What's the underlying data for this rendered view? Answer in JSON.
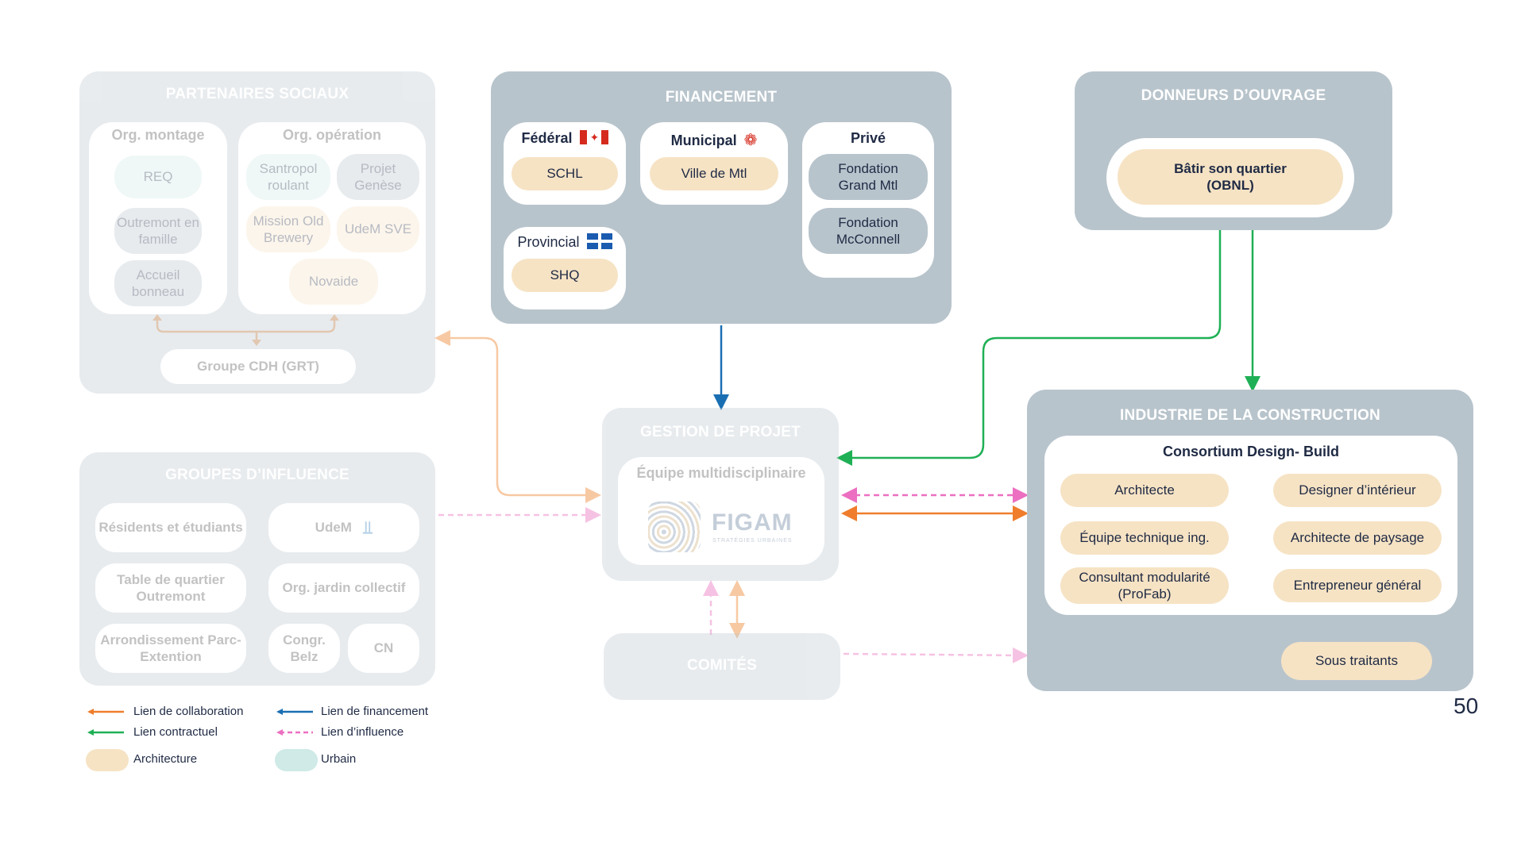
{
  "page_number": "50",
  "colors": {
    "group_bg": "#b8c4cc",
    "architecture": "#f6e3c4",
    "urbain": "#cfeae7",
    "collaboration": "#ef7d2c",
    "contractuel": "#1fb055",
    "financement": "#1a6fb3",
    "influence": "#ec6fc1"
  },
  "partenaires": {
    "title": "PARTENAIRES SOCIAUX",
    "montage_title": "Org. montage",
    "montage": [
      "REQ",
      "Outremont en famille",
      "Accueil bonneau"
    ],
    "operation_title": "Org. opération",
    "operation": [
      "Santropol roulant",
      "Projet Genèse",
      "Mission Old Brewery",
      "UdeM SVE",
      "Novaide"
    ],
    "groupe": "Groupe CDH (GRT)"
  },
  "influence": {
    "title": "GROUPES  D’INFLUENCE",
    "items": [
      "Résidents et étudiants",
      "UdeM",
      "Table de quartier Outremont",
      "Org. jardin collectif",
      "Arrondissement Parc-Extention",
      "Congr. Belz",
      "CN"
    ]
  },
  "financement": {
    "title": "FINANCEMENT",
    "federal_title": "Fédéral",
    "federal": "SCHL",
    "municipal_title": "Municipal",
    "municipal": "Ville de Mtl",
    "provincial_title": "Provincial",
    "provincial": "SHQ",
    "prive_title": "Privé",
    "prive": [
      "Fondation Grand Mtl",
      "Fondation McConnell"
    ]
  },
  "donneurs": {
    "title": "DONNEURS D’OUVRAGE",
    "item": "Bâtir son quartier (OBNL)"
  },
  "gestion": {
    "title": "GESTION DE PROJET",
    "subtitle": "Équipe multidisciplinaire",
    "logo_text": "FIGAM",
    "logo_sub": "STRATÉGIES URBAINES"
  },
  "comites": {
    "title": "COMITÉS"
  },
  "industrie": {
    "title": "INDUSTRIE DE LA CONSTRUCTION",
    "consortium": "Consortium Design- Build",
    "items": [
      "Architecte",
      "Designer d’intérieur",
      "Équipe technique ing.",
      "Architecte de paysage",
      "Consultant modularité (ProFab)",
      "Entrepreneur général"
    ],
    "sous_traitants": "Sous traitants"
  },
  "legend": {
    "collaboration": "Lien de collaboration",
    "financement": "Lien de financement",
    "contractuel": "Lien contractuel",
    "influence": "Lien d’influence",
    "architecture": "Architecture",
    "urbain": "Urbain"
  }
}
